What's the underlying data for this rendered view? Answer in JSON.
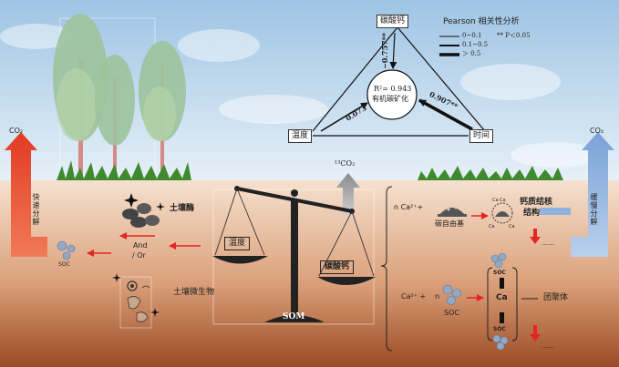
{
  "triangle": {
    "top_node": "碳酸钙",
    "left_node": "温度",
    "right_node": "时间",
    "center_r2": "R²= 0.943",
    "center_label": "有机碳矿化",
    "edge_top_center": "−0.757**",
    "edge_left_center": "0.073",
    "edge_right_center": "0.907**"
  },
  "legend": {
    "title": "Pearson 相关性分析",
    "row1": "0~0.1",
    "row1_note": "** P＜0.05",
    "row2": "0.1~0.5",
    "row3": "＞ 0.5"
  },
  "left": {
    "co2": "CO₂",
    "fast_decomp": "快速分解",
    "soil_enzyme": "土壤酶",
    "and_or_1": "And",
    "and_or_2": "/ Or",
    "soc": "SOC",
    "microbes": "土壤微生物"
  },
  "center": {
    "isotope_co2": "¹³CO₂",
    "temp_box": "温度",
    "caco3_box": "碳酸钙",
    "som": "SOM"
  },
  "right": {
    "co2": "CO₂",
    "slow_decomp": "缓慢分解",
    "nca": "n Ca²⁺+",
    "carbon_radical": "碳自由基",
    "calcium_nucleus_1": "钙质结核",
    "calcium_nucleus_2": "结构",
    "dots_1": "……",
    "ca": "Ca²⁺ +",
    "n": "n",
    "soc": "SOC",
    "soc_top": "SOC",
    "ca_center": "Ca",
    "soc_bottom": "SOC",
    "aggregate": "团聚体",
    "dots_2": "……"
  },
  "colors": {
    "sky_top": "#9ec4e4",
    "sky_bottom": "#e6f0f8",
    "soil_top": "#f6e1cf",
    "soil_bottom": "#9a4a22",
    "fast_arrow": "#e8553b",
    "slow_arrow": "#8fb3de",
    "red_arrow": "#e52521",
    "grass": "#3f8a2f"
  }
}
